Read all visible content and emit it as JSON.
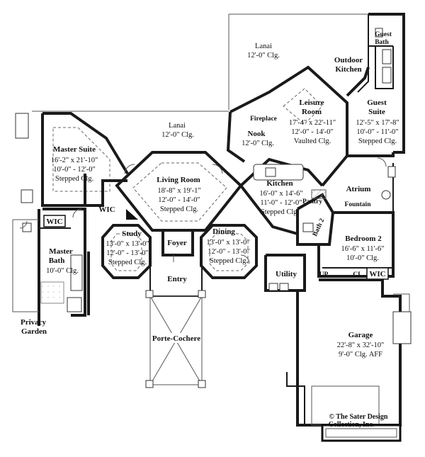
{
  "rooms": {
    "lanai_top": {
      "name": "Lanai",
      "clg": "12'-0\" Clg."
    },
    "guest_bath": {
      "line1": "Guest",
      "line2": "Bath"
    },
    "outdoor_kitchen": {
      "line1": "Outdoor",
      "line2": "Kitchen"
    },
    "leisure_room": {
      "line1": "Leisure",
      "line2": "Room",
      "dims": "17'-4\" x 22'-11\"",
      "clg": "12'-0\" - 14'-0\"",
      "clg2": "Vaulted Clg."
    },
    "fireplace": {
      "name": "Fireplace"
    },
    "guest_suite": {
      "line1": "Guest",
      "line2": "Suite",
      "dims": "12'-5\" x 17'-8\"",
      "clg": "10'-0\" - 11'-0\"",
      "clg2": "Stepped Clg."
    },
    "nook": {
      "name": "Nook",
      "clg": "12'-0\" Clg."
    },
    "lanai_mid": {
      "name": "Lanai",
      "clg": "12'-0\" Clg."
    },
    "master_suite": {
      "name": "Master Suite",
      "dims": "16'-2\" x 21'-10\"",
      "clg": "10'-0\" - 12'-0\"",
      "clg2": "Stepped Clg."
    },
    "living_room": {
      "name": "Living Room",
      "dims": "18'-8\" x 19'-1\"",
      "clg": "12'-0\" - 14'-0\"",
      "clg2": "Stepped Clg."
    },
    "kitchen": {
      "name": "Kitchen",
      "dims": "16'-0\" x 14'-6\"",
      "clg": "11'-0\" - 12'-0\"",
      "clg2": "Stepped Clg."
    },
    "atrium": {
      "name": "Atrium"
    },
    "fountain": {
      "name": "Fountain"
    },
    "pantry": {
      "name": "Pantry"
    },
    "bath2": {
      "name": "Bath 2"
    },
    "wic_master": {
      "name": "WIC"
    },
    "wic_left": {
      "name": "WIC"
    },
    "study": {
      "name": "Study",
      "dims": "13'-0\" x 13'-0\"",
      "clg": "12'-0\" - 13'-0\"",
      "clg2": "Stepped Clg."
    },
    "foyer": {
      "name": "Foyer"
    },
    "dining": {
      "name": "Dining",
      "dims": "13'-0\" x 13'-0\"",
      "clg": "12'-0\" - 13'-0\"",
      "clg2": "Stepped Clg."
    },
    "bedroom2": {
      "name": "Bedroom 2",
      "dims": "16'-6\" x 11'-6\"",
      "clg": "10'-0\" Clg."
    },
    "master_bath": {
      "line1": "Master",
      "line2": "Bath",
      "clg": "10'-0\" Clg."
    },
    "entry": {
      "name": "Entry"
    },
    "utility": {
      "name": "Utility"
    },
    "up": {
      "name": "UP"
    },
    "cl": {
      "name": "CL."
    },
    "wic_bed2": {
      "name": "WIC"
    },
    "privacy_garden": {
      "line1": "Privacy",
      "line2": "Garden"
    },
    "porte_cochere": {
      "name": "Porte-Cochere"
    },
    "garage": {
      "name": "Garage",
      "dims": "22'-8\" x 32'-10\"",
      "clg": "9'-0\" Clg. AFF"
    }
  },
  "copyright": {
    "line1": "© The Sater Design",
    "line2": "Collection, Inc."
  }
}
